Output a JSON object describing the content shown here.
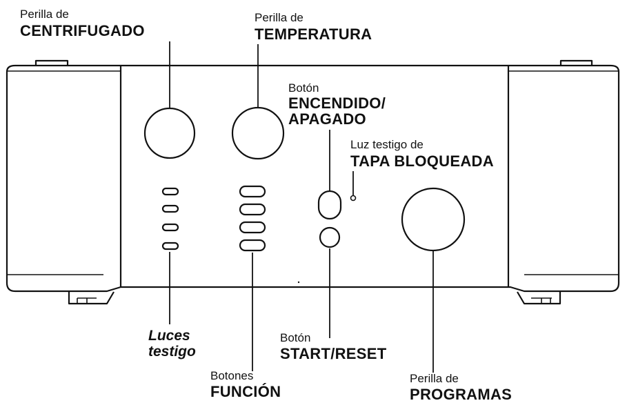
{
  "labels": {
    "spin": {
      "small": "Perilla de",
      "big": "CENTRIFUGADO"
    },
    "temperature": {
      "small": "Perilla de",
      "big": "TEMPERATURA"
    },
    "power": {
      "small": "Botón",
      "big_line1": "ENCENDIDO/",
      "big_line2": "APAGADO"
    },
    "lid_lock": {
      "small": "Luz testigo de",
      "big": "TAPA BLOQUEADA"
    },
    "indicator_lights": {
      "line1": "Luces",
      "line2": "testigo"
    },
    "start_reset": {
      "small": "Botón",
      "big": "START/RESET"
    },
    "function_buttons": {
      "small": "Botones",
      "big": "FUNCIÓN"
    },
    "programs": {
      "small": "Perilla de",
      "big": "PROGRAMAS"
    }
  }
}
